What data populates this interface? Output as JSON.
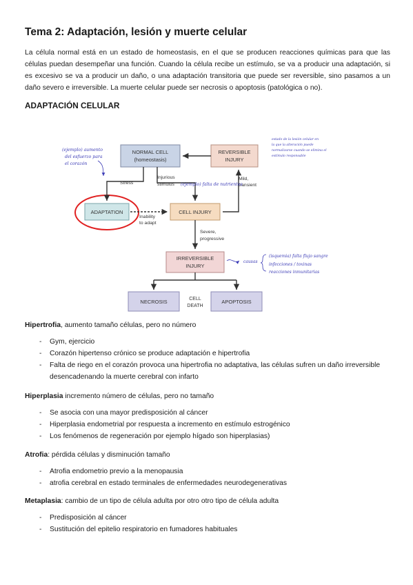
{
  "title": "Tema 2: Adaptación, lesión y muerte celular",
  "intro": "La célula normal está en un estado de homeostasis, en el que se producen reacciones químicas para que las células puedan desempeñar una función. Cuando la célula recibe un estímulo, se va a producir una adaptación, si es excesivo se va a producir un daño, o una adaptación transitoria que puede ser reversible, sino pasamos a un daño severo e irreversible. La muerte celular puede ser necrosis o apoptosis (patológica o no).",
  "section_heading": "ADAPTACIÓN CELULAR",
  "diagram": {
    "normal_cell": [
      "NORMAL CELL",
      "(homeostasis)"
    ],
    "reversible": [
      "REVERSIBLE",
      "INJURY"
    ],
    "adaptation": "ADAPTATION",
    "cell_injury": "CELL INJURY",
    "irreversible": [
      "IRREVERSIBLE",
      "INJURY"
    ],
    "necrosis": "NECROSIS",
    "cell_death": [
      "CELL",
      "DEATH"
    ],
    "apoptosis": "APOPTOSIS",
    "stress": "Stress",
    "injurious": [
      "Injurious",
      "stimulus"
    ],
    "mild": [
      "Mild,",
      "transient"
    ],
    "inability": [
      "Inability",
      "to adapt"
    ],
    "severe": [
      "Severe,",
      "progressive"
    ],
    "note_left": [
      "(ejemplo) aumento",
      "del esfuerzo para",
      "el corazón"
    ],
    "note_injury": "(ejemplo) falta de nutrientes",
    "note_reversible": [
      "estado de la lesión celular en",
      "la que la alteración puede",
      "normalizarse cuando se elimina el",
      "estímulo responsable"
    ],
    "note_causas": "causas",
    "note_irrev": [
      "(isquemia) falta flujo sangre",
      "infecciones / toxinas",
      "reacciones inmunitarias"
    ]
  },
  "sections": [
    {
      "term": "Hipertrofia",
      "rest": ", aumento tamaño células, pero no número",
      "items": [
        "Gym, ejercicio",
        "Corazón hipertenso crónico se produce adaptación e hipertrofia",
        "Falta de riego en el corazón provoca una hipertrofia no adaptativa, las células sufren un daño irreversible desencadenando la muerte cerebral con infarto"
      ]
    },
    {
      "term": "Hiperplasia",
      "rest": " incremento número de células, pero no tamaño",
      "items": [
        "Se asocia con una mayor predisposición al cáncer",
        "Hiperplasia endometrial por respuesta a incremento en estímulo estrogénico",
        "Los fenómenos de regeneración por ejemplo hígado son hiperplasias)"
      ]
    },
    {
      "term": "Atrofia",
      "rest": ": pérdida células y disminución tamaño",
      "items": [
        "Atrofia endometrio previo a la menopausia",
        "atrofia cerebral en estado terminales de enfermedades neurodegenerativas"
      ]
    },
    {
      "term": "Metaplasia",
      "rest": ": cambio de un tipo de célula adulta por otro otro tipo de célula adulta",
      "items": [
        "Predisposición al cáncer",
        "Sustitución del epitelio respiratorio en fumadores habituales"
      ]
    }
  ],
  "dash": "-",
  "colors": {
    "normal_fill": "#c9d4e6",
    "reversible_fill": "#f3d9ce",
    "adaptation_fill": "#cfe6e8",
    "injury_fill": "#f6dcc0",
    "irreversible_fill": "#f2d6d6",
    "death_fill": "#d4d3ea",
    "red_circle": "#e02020",
    "handwriting": "#3b3bb6"
  }
}
